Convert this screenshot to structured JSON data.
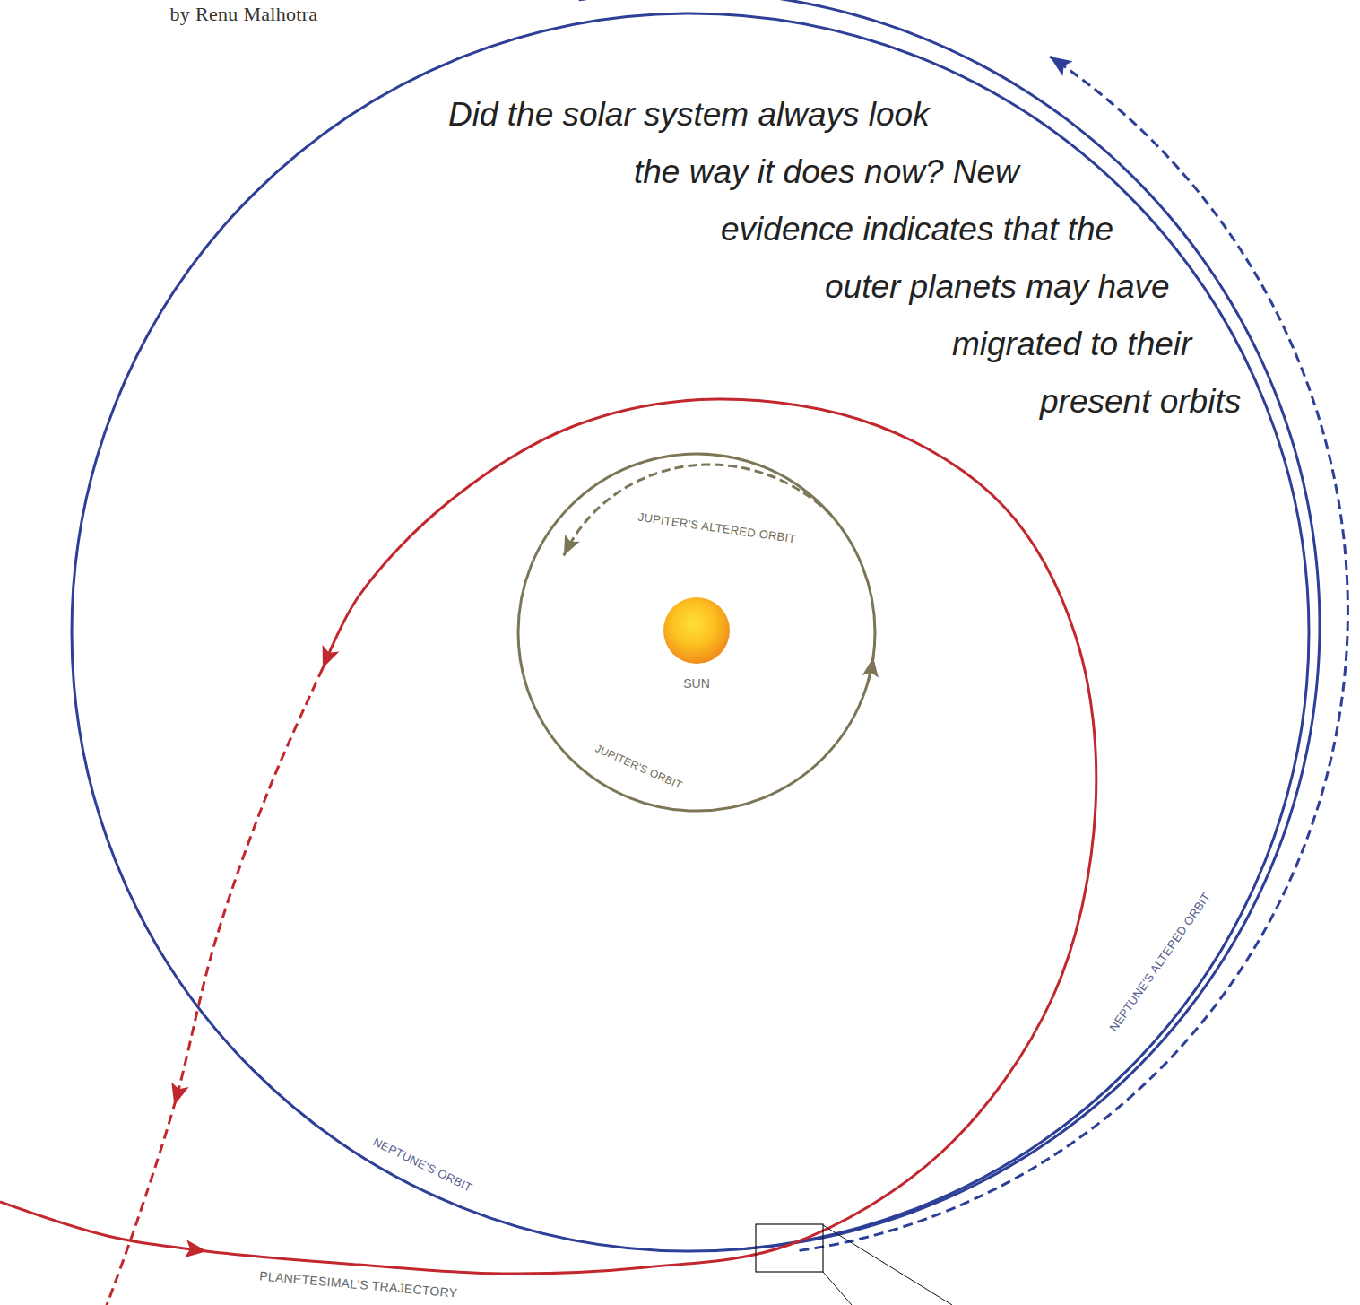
{
  "diagram": {
    "title": "Did the solar system always look the way it does now? New evidence indicates that the outer planets may have migrated to their present orbits",
    "nodes": [
      {
        "text": [
          "SUN"
        ]
      }
    ],
    "labels": [
      "by Renu Malhotra",
      "JUPITER'S ALTERED ORBIT",
      "JUPITER'S ORBIT",
      "NEPTUNE'S ORBIT",
      "NEPTUNE'S ALTERED ORBIT",
      "PLANETESIMAL'S TRAJECTORY"
    ]
  }
}
